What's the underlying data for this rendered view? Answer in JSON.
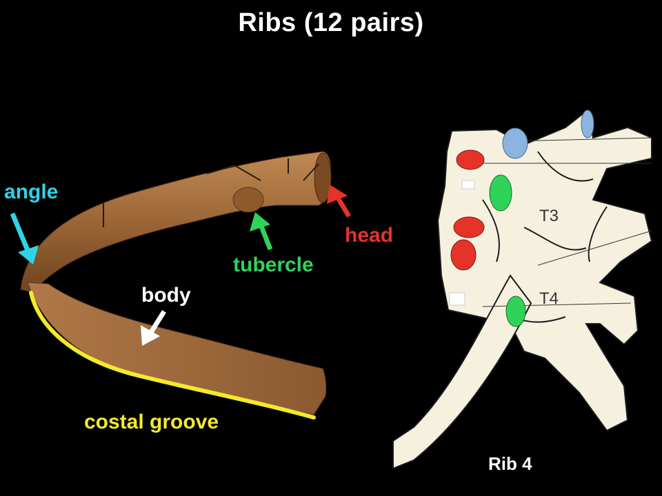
{
  "title": "Ribs (12 pairs)",
  "labels": {
    "angle": "angle",
    "tubercle": "tubercle",
    "head": "head",
    "body": "body",
    "costal_groove": "costal groove",
    "t3": "T3",
    "t4": "T4",
    "rib4": "Rib 4"
  },
  "colors": {
    "angle": "#2fd3e6",
    "tubercle": "#2fd35a",
    "head": "#e5332a",
    "body": "#ffffff",
    "costal_groove": "#f2ea2c",
    "bone": "#a06a3a",
    "vertebra": "#f6f1df"
  }
}
